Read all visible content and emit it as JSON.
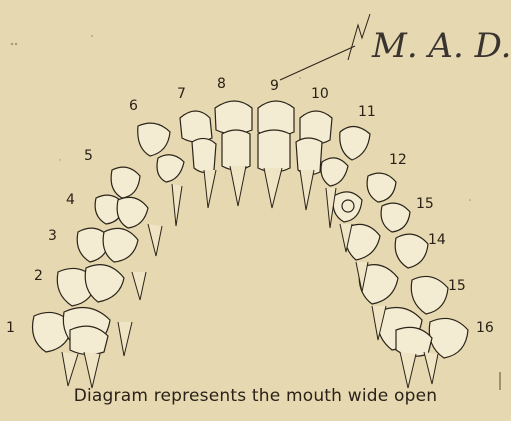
{
  "caption": "Diagram represents the mouth wide open",
  "handwriting": "M. A. D.",
  "tooth_numbers": [
    "1",
    "2",
    "3",
    "4",
    "5",
    "6",
    "7",
    "8",
    "9",
    "10",
    "11",
    "12",
    "15",
    "14",
    "15",
    "16"
  ],
  "colors": {
    "paper": "#e6d8b0",
    "ink": "#2b241a",
    "pencil": "#3a3430"
  }
}
